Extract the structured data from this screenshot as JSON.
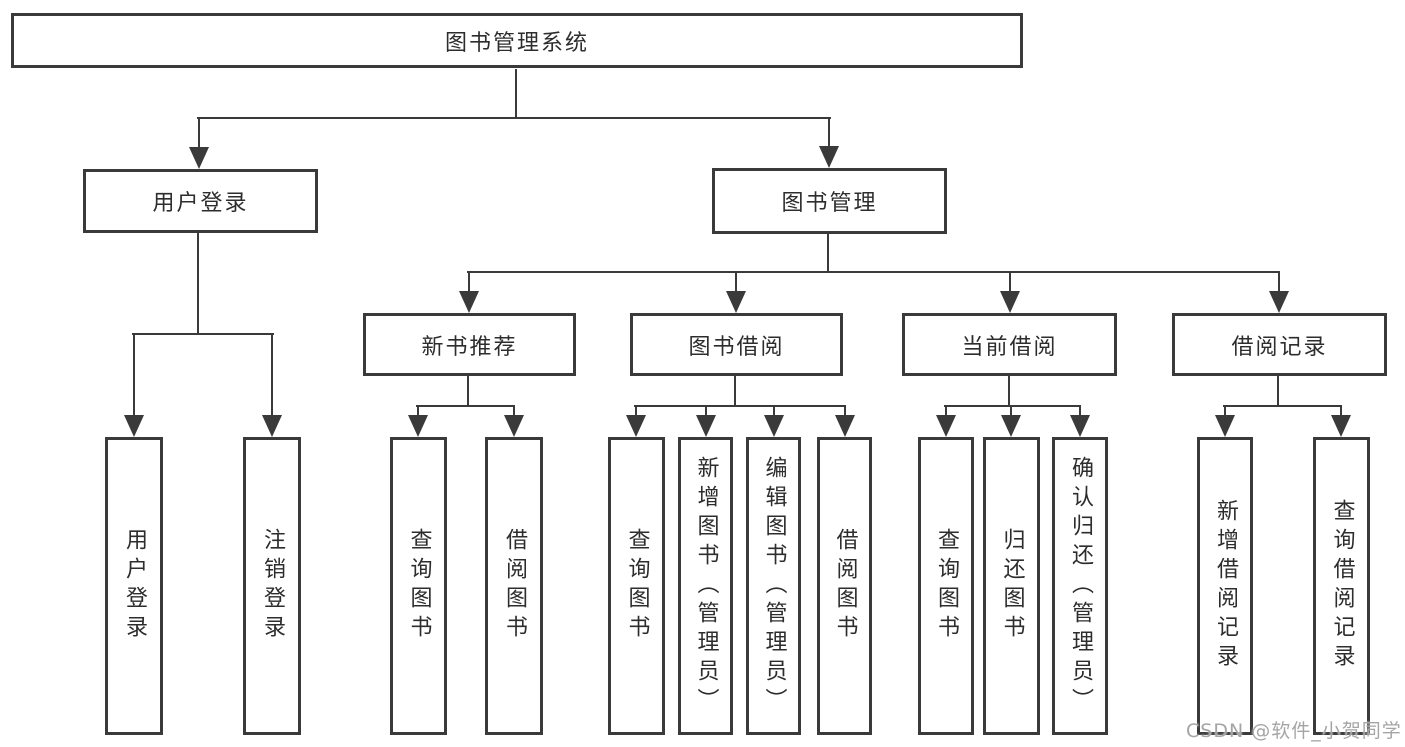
{
  "diagram": {
    "root": {
      "label": "图书管理系统"
    },
    "user_login": {
      "label": "用户登录"
    },
    "book_management": {
      "label": "图书管理"
    },
    "new_book_recommend": {
      "label": "新书推荐"
    },
    "book_borrow": {
      "label": "图书借阅"
    },
    "current_borrow": {
      "label": "当前借阅"
    },
    "borrow_records": {
      "label": "借阅记录"
    },
    "leaves": {
      "user_login": "用户登录",
      "logout": "注销登录",
      "rec_query_book": "查询图书",
      "rec_borrow_book": "借阅图书",
      "borrow_query_book": "查询图书",
      "borrow_add_book": "新增图书（管理员）",
      "borrow_edit_book": "编辑图书（管理员）",
      "borrow_borrow_book": "借阅图书",
      "current_query_book": "查询图书",
      "current_return_book": "归还图书",
      "current_confirm_return": "确认归还（管理员）",
      "records_add_record": "新增借阅记录",
      "records_query_record": "查询借阅记录"
    }
  },
  "watermark": {
    "text": "CSDN @软件_小贺同学",
    "color": "#a5a5a5"
  },
  "colors": {
    "line": "#3a3a3a",
    "text": "#2d2d2d",
    "background": "#ffffff"
  }
}
